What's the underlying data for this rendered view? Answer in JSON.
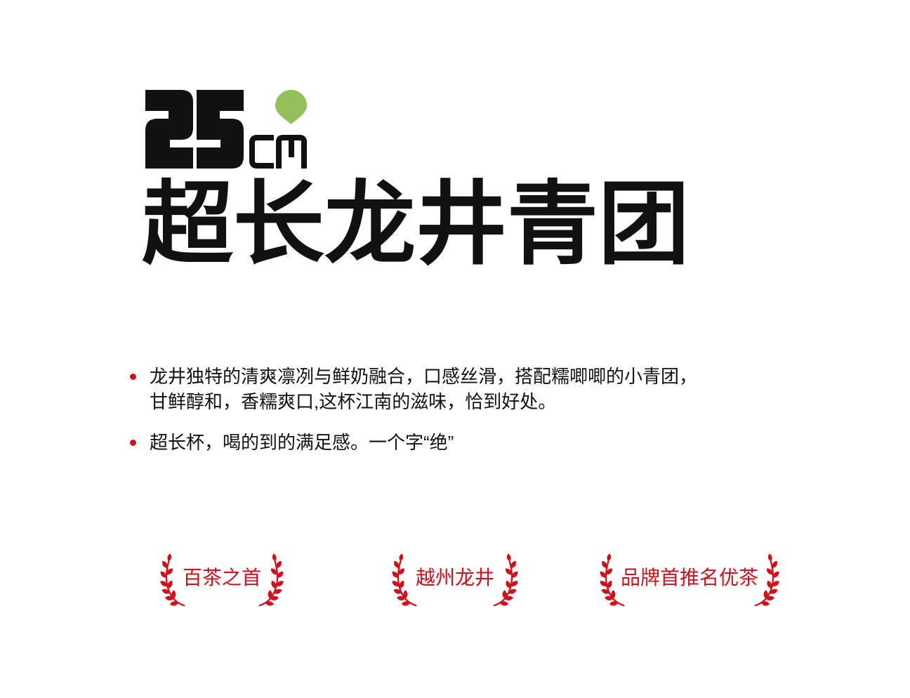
{
  "logo": {
    "number": "25",
    "unit": "CM",
    "icon": "leaf-drop-icon",
    "accent_color": "#93c05b"
  },
  "title": "超长龙井青团",
  "bullet_icon": "bullet-dot-icon",
  "bullets": [
    {
      "lines": [
        "龙井独特的清爽凛冽与鲜奶融合，口感丝滑，搭配糯唧唧的小青团，",
        "甘鲜醇和，香糯爽口,这杯江南的滋味，恰到好处。"
      ]
    },
    {
      "lines": [
        "超长杯，喝的到的满足感。一个字“绝”"
      ]
    }
  ],
  "badges": [
    {
      "label": "百茶之首",
      "icon": "laurel-icon"
    },
    {
      "label": "越州龙井",
      "icon": "laurel-icon"
    },
    {
      "label": "品牌首推名优茶",
      "icon": "laurel-icon"
    }
  ],
  "colors": {
    "background": "#ffffff",
    "text": "#111111",
    "accent_red": "#d0111b"
  }
}
